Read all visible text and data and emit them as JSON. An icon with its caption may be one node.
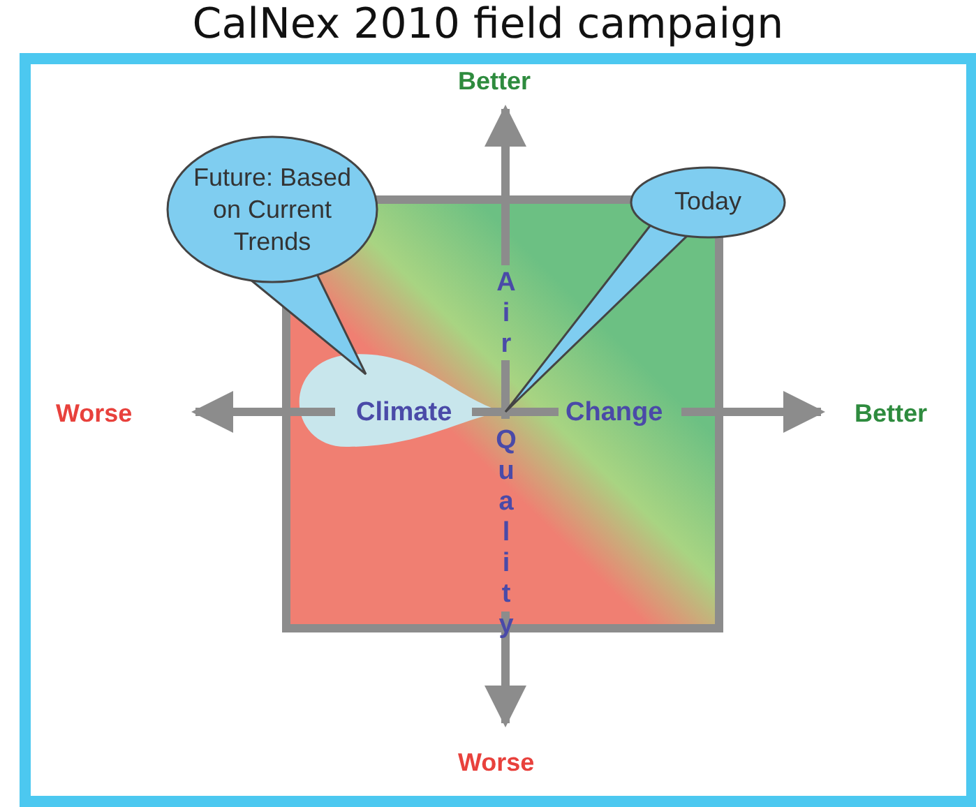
{
  "diagram": {
    "title": "CalNex 2010 field campaign",
    "nodes": [
      {
        "text": [
          "Future: Based on Current Trends"
        ]
      },
      {
        "text": [
          "Today"
        ]
      }
    ],
    "labels": [
      "Better",
      "Air",
      "Worse",
      "Climate",
      "Change",
      "Better",
      "Quality",
      "Worse"
    ]
  }
}
